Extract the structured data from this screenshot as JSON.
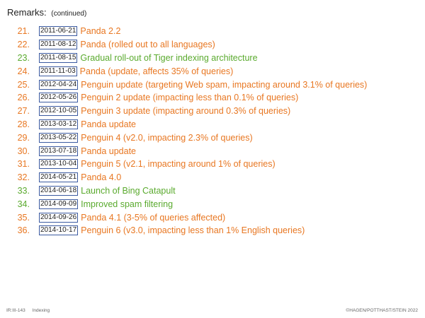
{
  "header": {
    "title": "Remarks:",
    "subtitle": "(continued)"
  },
  "items": [
    {
      "num": "21.",
      "date": "2011-06-21",
      "text": "Panda 2.2",
      "color": "orange"
    },
    {
      "num": "22.",
      "date": "2011-08-12",
      "text": "Panda (rolled out to all languages)",
      "color": "orange"
    },
    {
      "num": "23.",
      "date": "2011-08-15",
      "text": "Gradual roll-out of Tiger indexing architecture",
      "color": "green"
    },
    {
      "num": "24.",
      "date": "2011-11-03",
      "text": "Panda (update, affects 35% of queries)",
      "color": "orange"
    },
    {
      "num": "25.",
      "date": "2012-04-24",
      "text": "Penguin update (targeting Web spam, impacting around 3.1% of queries)",
      "color": "orange"
    },
    {
      "num": "26.",
      "date": "2012-05-26",
      "text": "Penguin 2 update (impacting less than 0.1% of queries)",
      "color": "orange"
    },
    {
      "num": "27.",
      "date": "2012-10-05",
      "text": "Penguin 3 update (impacting around 0.3% of queries)",
      "color": "orange"
    },
    {
      "num": "28.",
      "date": "2013-03-12",
      "text": "Panda update",
      "color": "orange"
    },
    {
      "num": "29.",
      "date": "2013-05-22",
      "text": "Penguin 4 (v2.0, impacting 2.3% of queries)",
      "color": "orange"
    },
    {
      "num": "30.",
      "date": "2013-07-18",
      "text": "Panda update",
      "color": "orange"
    },
    {
      "num": "31.",
      "date": "2013-10-04",
      "text": "Penguin 5 (v2.1, impacting around 1% of queries)",
      "color": "orange"
    },
    {
      "num": "32.",
      "date": "2014-05-21",
      "text": "Panda 4.0",
      "color": "orange"
    },
    {
      "num": "33.",
      "date": "2014-06-18",
      "text": "Launch of Bing Catapult",
      "color": "green"
    },
    {
      "num": "34.",
      "date": "2014-09-09",
      "text": "Improved spam filtering",
      "color": "green"
    },
    {
      "num": "35.",
      "date": "2014-09-26",
      "text": "Panda 4.1 (3-5% of queries affected)",
      "color": "orange"
    },
    {
      "num": "36.",
      "date": "2014-10-17",
      "text": "Penguin 6 (v3.0, impacting less than 1% English queries)",
      "color": "orange"
    }
  ],
  "footer": {
    "slide": "IR:III-143",
    "section": "Indexing",
    "copyright": "©HAGEN/POTTHAST/STEIN 2022"
  },
  "colors": {
    "orange": "#e87722",
    "green": "#5aaa2e",
    "date_border": "#3b5aa0"
  }
}
